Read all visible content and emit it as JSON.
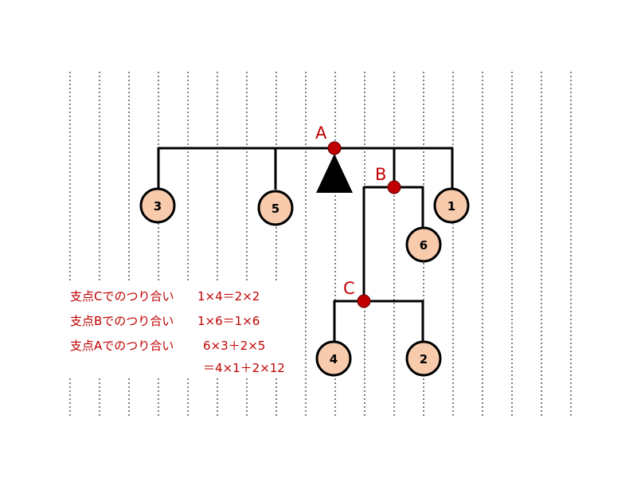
{
  "points": {
    "a": "A",
    "b": "B",
    "c": "C"
  },
  "weights": {
    "w3": "3",
    "w5": "5",
    "w1": "1",
    "w6": "6",
    "w4": "4",
    "w2": "2"
  },
  "equations": {
    "c_label": "支点Cでのつり合い",
    "c_expr": "1×4＝2×2",
    "b_label": "支点Bでのつり合い",
    "b_expr": "1×6＝1×6",
    "a_label": "支点Aでのつり合い",
    "a_expr": "6×3＋2×5",
    "a_expr2": "＝4×1＋2×12"
  },
  "colors": {
    "pivot": "#c00000",
    "weight_fill": "#f8cbad",
    "text_red": "#c00000",
    "line": "#000000"
  }
}
